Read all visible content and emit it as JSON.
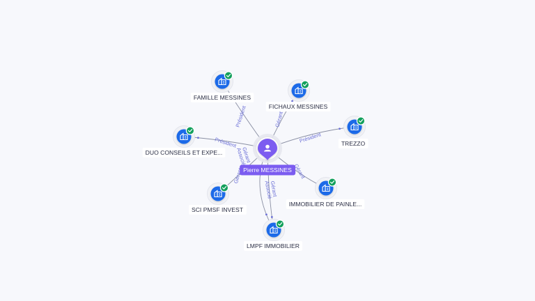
{
  "center": {
    "name": "Pierre MESSINES",
    "icon": "person-icon",
    "color": "#7b5cf0"
  },
  "colors": {
    "company": "#1a6ae8",
    "verified": "#13a05c",
    "edge": "#8a8fa3",
    "edge_label": "#6b6fd6"
  },
  "nodes": [
    {
      "id": "famille",
      "label": "FAMILLE MESSINES",
      "icon": "building-icon",
      "verified": true,
      "relation": "Président"
    },
    {
      "id": "fichaux",
      "label": "FICHAUX MESSINES",
      "icon": "building-icon",
      "verified": true,
      "relation": "Gérant"
    },
    {
      "id": "trezzo",
      "label": "TREZZO",
      "icon": "building-icon",
      "verified": true,
      "relation": "Président"
    },
    {
      "id": "duo",
      "label": "DUO CONSEILS ET EXPE...",
      "icon": "building-icon",
      "verified": true,
      "relation": "Président"
    },
    {
      "id": "immobilier",
      "label": "IMMOBILIER DE PAINLE...",
      "icon": "building-icon",
      "verified": true,
      "relation": "Gérant"
    },
    {
      "id": "sci",
      "label": "SCI PMSF INVEST",
      "icon": "building-icon",
      "verified": true,
      "relation": "Gérant"
    },
    {
      "id": "lmpf",
      "label": "LMPF IMMOBILIER",
      "icon": "building-icon",
      "verified": true,
      "relation": "Gérant Associé"
    },
    {
      "id": "lmpf2",
      "label": "",
      "icon": "",
      "verified": false,
      "relation": "Gérant Associé"
    }
  ]
}
